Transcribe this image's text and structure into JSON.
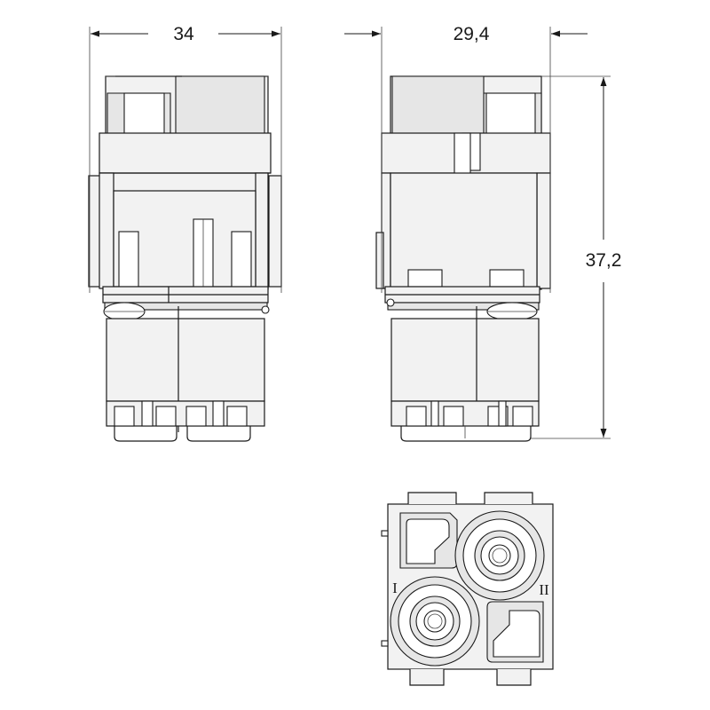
{
  "dimensions": {
    "width": "34",
    "depth": "29,4",
    "height": "37,2"
  },
  "contact_labels": {
    "first": "I",
    "second": "II"
  },
  "colors": {
    "line": "#1a1a1a",
    "body_fill": "#f2f2f2"
  }
}
